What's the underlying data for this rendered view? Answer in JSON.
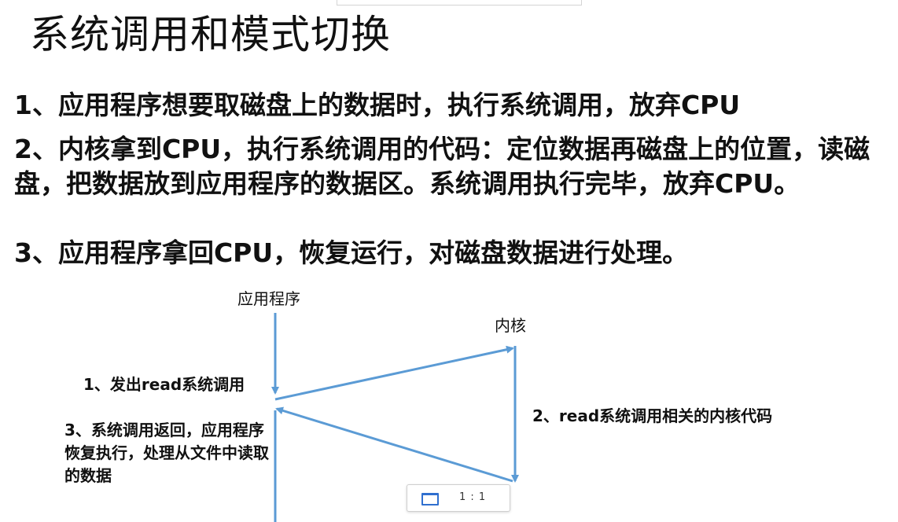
{
  "slide": {
    "title": "系统调用和模式切换",
    "bullets": [
      "1、应用程序想要取磁盘上的数据时，执行系统调用，放弃CPU",
      "2、内核拿到CPU，执行系统调用的代码：定位数据再磁盘上的位置，读磁盘，把数据放到应用程序的数据区。系统调用执行完毕，放弃CPU。",
      "3、应用程序拿回CPU，恢复运行，对磁盘数据进行处理。"
    ]
  },
  "diagram": {
    "app_label": "应用程序",
    "kernel_label": "内核",
    "step1": "1、发出read系统调用",
    "step2": "2、read系统调用相关的内核代码",
    "step3": "3、系统调用返回，应用程序恢复执行，处理从文件中读取的数据",
    "line_color": "#5b9bd5"
  },
  "viewer": {
    "zoom_label": "1 : 1",
    "icon": "screen-icon"
  }
}
